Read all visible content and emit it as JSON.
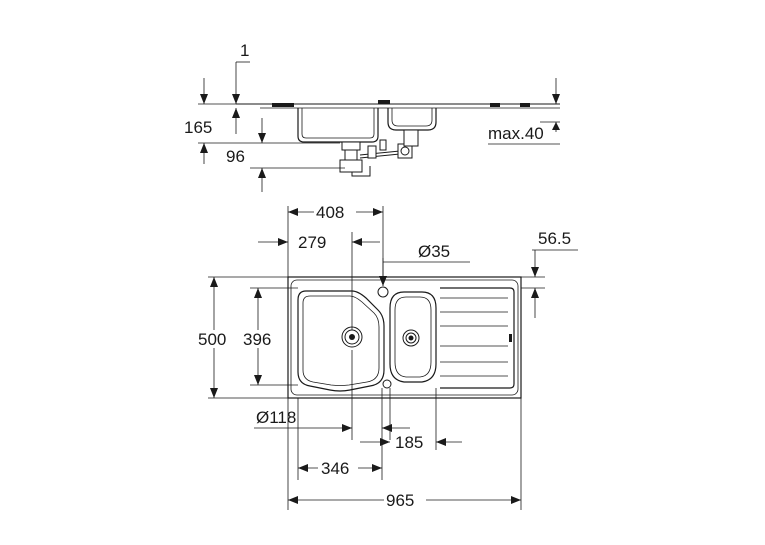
{
  "dimensions": {
    "side_view": {
      "thickness": "1",
      "depth": "165",
      "drain_height": "96",
      "tap_deck": "max.40"
    },
    "top_view": {
      "bowl_offset": "408",
      "small_bowl_offset": "279",
      "tap_hole": "Ø35",
      "edge_offset": "56.5",
      "overall_depth": "500",
      "bowl_depth": "396",
      "waste_diameter": "Ø118",
      "small_bowl_width": "185",
      "main_bowl_width": "346",
      "overall_width": "965"
    }
  }
}
